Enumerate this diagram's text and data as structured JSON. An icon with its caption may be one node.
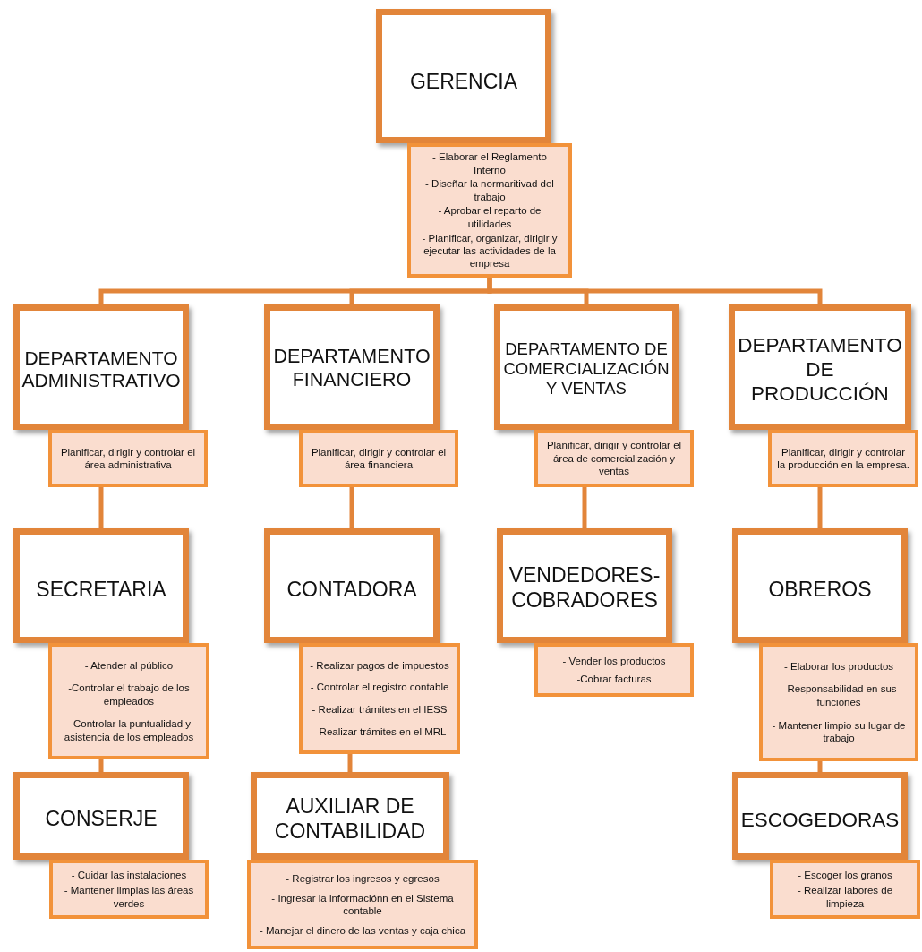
{
  "diagram": {
    "nodes": [
      {
        "text": [
          "GERENCIA"
        ]
      },
      {
        "text": [
          "- Elaborar el Reglamento Interno",
          "- Diseñar la normaritivad del trabajo",
          "- Aprobar el reparto de utilidades",
          "- Planificar, organizar, dirigir y ejecutar las actividades de la empresa"
        ]
      },
      {
        "text": [
          "DEPARTAMENTO ADMINISTRATIVO"
        ]
      },
      {
        "text": [
          "Planificar, dirigir y controlar el área administrativa"
        ]
      },
      {
        "text": [
          "DEPARTAMENTO FINANCIERO"
        ]
      },
      {
        "text": [
          "Planificar, dirigir y controlar el área financiera"
        ]
      },
      {
        "text": [
          "DEPARTAMENTO DE COMERCIALIZACIÓN Y VENTAS"
        ]
      },
      {
        "text": [
          "Planificar, dirigir y controlar el área de comercialización y ventas"
        ]
      },
      {
        "text": [
          "DEPARTAMENTO DE PRODUCCIÓN"
        ]
      },
      {
        "text": [
          "Planificar, dirigir y controlar la producción en la empresa."
        ]
      },
      {
        "text": [
          "SECRETARIA"
        ]
      },
      {
        "text": [
          "- Atender al público",
          "-Controlar el trabajo de los empleados",
          "- Controlar la puntualidad y asistencia de los empleados"
        ]
      },
      {
        "text": [
          "CONTADORA"
        ]
      },
      {
        "text": [
          "- Realizar pagos de impuestos",
          "- Controlar el registro contable",
          "- Realizar trámites en el IESS",
          "- Realizar trámites en el MRL"
        ]
      },
      {
        "text": [
          "VENDEDORES-COBRADORES"
        ]
      },
      {
        "text": [
          "- Vender los productos",
          "-Cobrar facturas"
        ]
      },
      {
        "text": [
          "OBREROS"
        ]
      },
      {
        "text": [
          "- Elaborar los productos",
          "- Responsabilidad en sus funciones",
          "- Mantener limpio su lugar de trabajo"
        ]
      },
      {
        "text": [
          "CONSERJE"
        ]
      },
      {
        "text": [
          "- Cuidar las instalaciones",
          "- Mantener limpias las áreas verdes"
        ]
      },
      {
        "text": [
          "AUXILIAR DE CONTABILIDAD"
        ]
      },
      {
        "text": [
          "- Registrar los ingresos y egresos",
          "- Ingresar la informaciónn en el Sistema contable",
          "- Manejar el dinero de las ventas y caja chica"
        ]
      },
      {
        "text": [
          "ESCOGEDORAS"
        ]
      },
      {
        "text": [
          "- Escoger los granos",
          "- Realizar labores de limpieza"
        ]
      }
    ],
    "edges": [
      {
        "from": 1,
        "to": 2,
        "arrow": "none"
      },
      {
        "from": 1,
        "to": 4,
        "arrow": "none"
      },
      {
        "from": 1,
        "to": 6,
        "arrow": "none"
      },
      {
        "from": 1,
        "to": 8,
        "arrow": "none"
      },
      {
        "from": 3,
        "to": 10,
        "arrow": "none"
      },
      {
        "from": 5,
        "to": 12,
        "arrow": "none"
      },
      {
        "from": 7,
        "to": 14,
        "arrow": "none"
      },
      {
        "from": 9,
        "to": 16,
        "arrow": "none"
      },
      {
        "from": 11,
        "to": 18,
        "arrow": "none"
      },
      {
        "from": 13,
        "to": 20,
        "arrow": "none"
      },
      {
        "from": 17,
        "to": 22,
        "arrow": "none"
      }
    ]
  }
}
